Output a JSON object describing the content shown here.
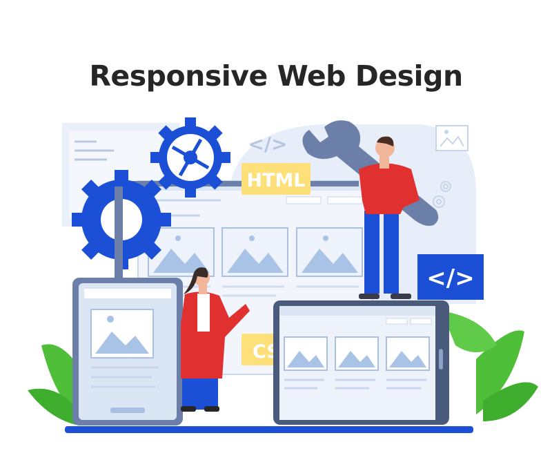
{
  "title": "Responsive Web Design",
  "labels": {
    "html": "HTML",
    "css": "CSS",
    "code_tag_small": "</>",
    "code_tag_box": "</>"
  },
  "colors": {
    "blue": "#1a4fd6",
    "light_blue": "#dbe6f5",
    "html_badge": "#fde07a",
    "css_badge": "#fde07a",
    "red_shirt": "#e0302f",
    "leaf_green": "#4fbf3a"
  },
  "icons": [
    "gear-icon",
    "gear-icon",
    "small-gear-icon",
    "image-placeholder-icon",
    "wrench-icon",
    "code-icon"
  ]
}
